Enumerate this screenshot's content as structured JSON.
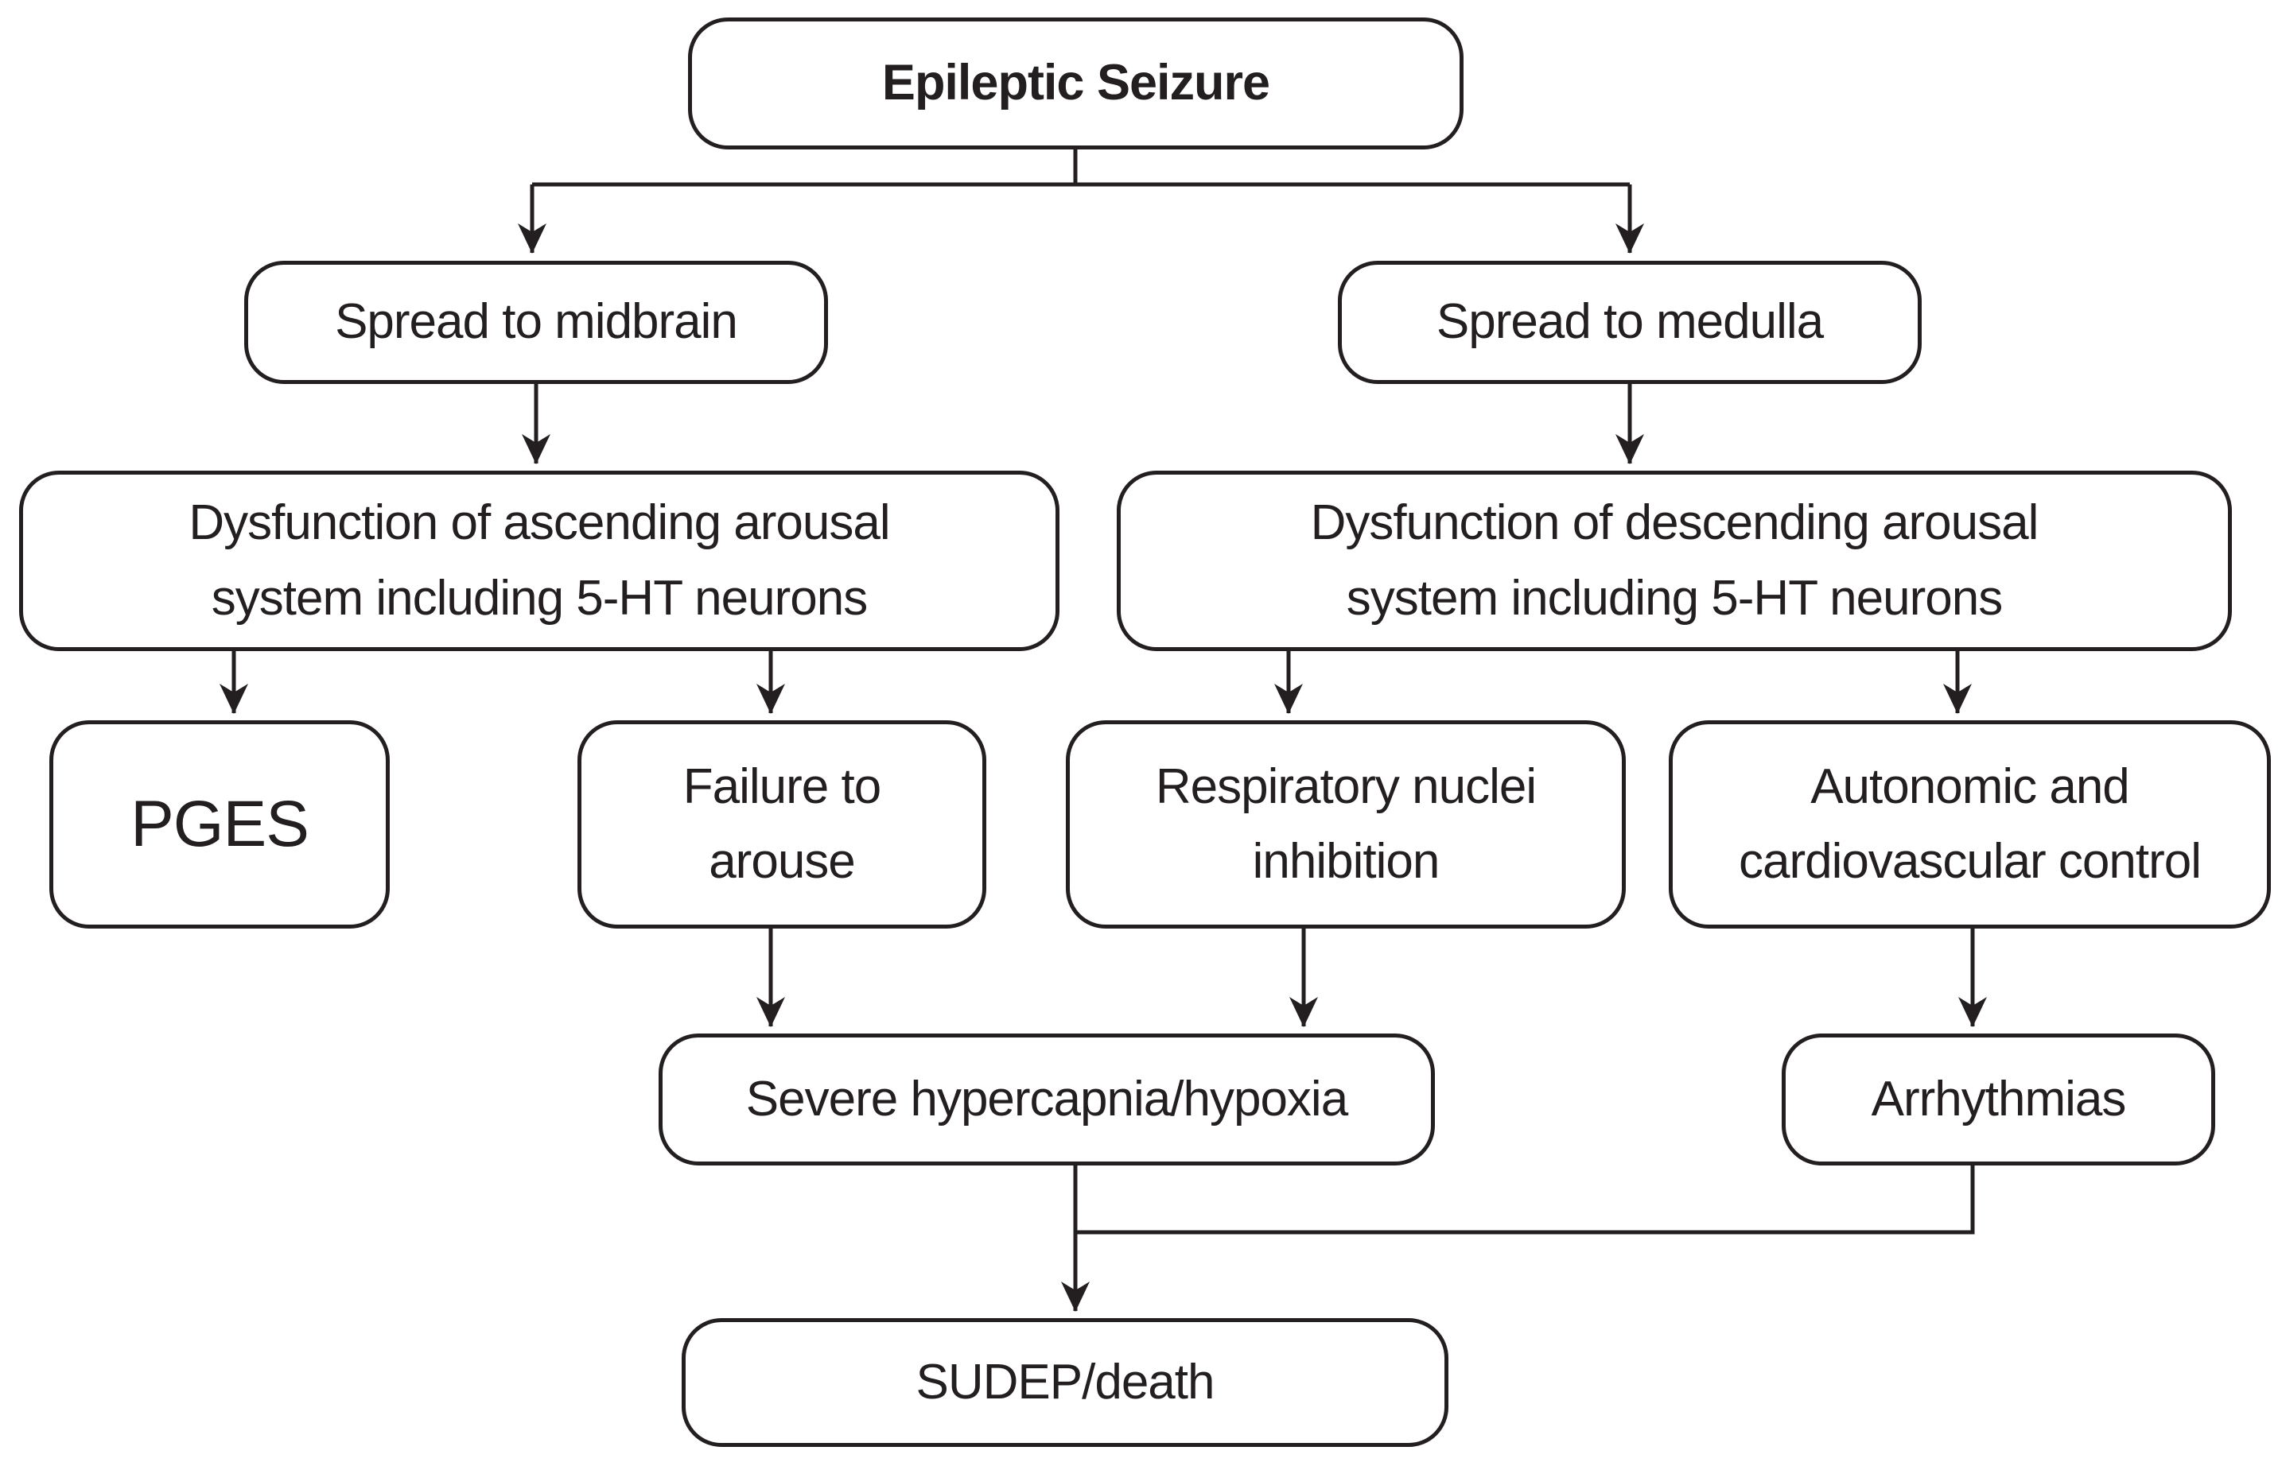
{
  "colors": {
    "ink": "#231f20",
    "background": "#ffffff"
  },
  "nodes": [
    {
      "id": "epileptic-seizure",
      "label": "Epileptic Seizure"
    },
    {
      "id": "spread-to-midbrain",
      "label": "Spread to midbrain"
    },
    {
      "id": "spread-to-medulla",
      "label": "Spread to medulla"
    },
    {
      "id": "dysfunction-ascending",
      "label": [
        "Dysfunction of ascending arousal",
        "system including 5-HT neurons"
      ]
    },
    {
      "id": "dysfunction-descending",
      "label": [
        "Dysfunction of descending arousal",
        "system including 5-HT neurons"
      ]
    },
    {
      "id": "pges",
      "label": "PGES"
    },
    {
      "id": "failure-to-arouse",
      "label": [
        "Failure to",
        "arouse"
      ]
    },
    {
      "id": "respiratory-nuclei-inhibition",
      "label": [
        "Respiratory nuclei",
        "inhibition"
      ]
    },
    {
      "id": "autonomic-cardiovascular-control",
      "label": [
        "Autonomic and",
        "cardiovascular control"
      ]
    },
    {
      "id": "severe-hypercapnia-hypoxia",
      "label": "Severe hypercapnia/hypoxia"
    },
    {
      "id": "arrhythmias",
      "label": "Arrhythmias"
    },
    {
      "id": "sudep-death",
      "label": "SUDEP/death"
    }
  ],
  "edges": [
    {
      "from": "epileptic-seizure",
      "to": "spread-to-midbrain"
    },
    {
      "from": "epileptic-seizure",
      "to": "spread-to-medulla"
    },
    {
      "from": "spread-to-midbrain",
      "to": "dysfunction-ascending"
    },
    {
      "from": "spread-to-medulla",
      "to": "dysfunction-descending"
    },
    {
      "from": "dysfunction-ascending",
      "to": "pges"
    },
    {
      "from": "dysfunction-ascending",
      "to": "failure-to-arouse"
    },
    {
      "from": "dysfunction-descending",
      "to": "respiratory-nuclei-inhibition"
    },
    {
      "from": "dysfunction-descending",
      "to": "autonomic-cardiovascular-control"
    },
    {
      "from": "failure-to-arouse",
      "to": "severe-hypercapnia-hypoxia"
    },
    {
      "from": "respiratory-nuclei-inhibition",
      "to": "severe-hypercapnia-hypoxia"
    },
    {
      "from": "autonomic-cardiovascular-control",
      "to": "arrhythmias"
    },
    {
      "from": "severe-hypercapnia-hypoxia",
      "to": "sudep-death"
    },
    {
      "from": "arrhythmias",
      "to": "sudep-death"
    }
  ]
}
